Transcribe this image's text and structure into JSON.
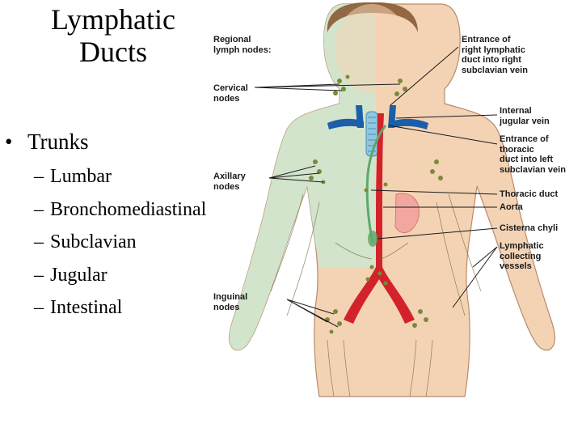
{
  "slide": {
    "title": "Lymphatic\nDucts",
    "bullet": "Trunks",
    "items": [
      "Lumbar",
      "Bronchomediastinal",
      "Subclavian",
      "Jugular",
      "Intestinal"
    ]
  },
  "figure": {
    "labels": {
      "regional": "Regional\nlymph nodes:",
      "cervical": "Cervical\nnodes",
      "axillary": "Axillary\nnodes",
      "inguinal": "Inguinal\nnodes",
      "right_duct_entrance": "Entrance of\nright lymphatic\nduct into right\nsubclavian vein",
      "internal_jugular": "Internal\njugular vein",
      "thoracic_entrance": "Entrance of\nthoracic\nduct into left\nsubclavian vein",
      "thoracic_duct": "Thoracic duct",
      "aorta": "Aorta",
      "cisterna": "Cisterna chyli",
      "collecting": "Lymphatic\ncollecting\nvessels"
    },
    "colors": {
      "skin": "#f4d3b5",
      "drained_region": "#cfe6cf",
      "aorta": "#d2232a",
      "vein": "#1c5fa8",
      "trachea": "#8fc6e0",
      "nodes": "#7a8a3a",
      "thoracic_duct": "#5fa86a"
    }
  }
}
